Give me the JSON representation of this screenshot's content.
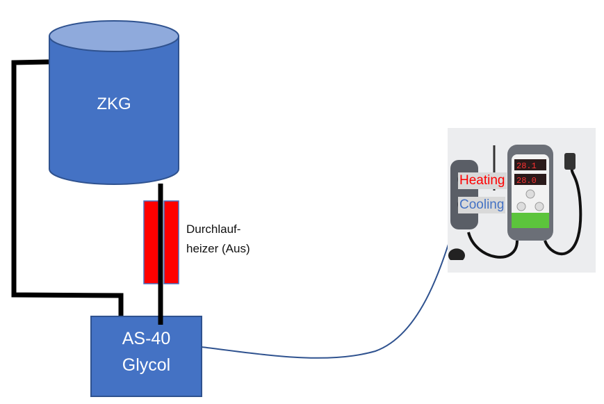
{
  "diagram": {
    "tank": {
      "label": "ZKG",
      "fill": "#4472c4",
      "top_fill": "#8faadc",
      "stroke": "#2f528f"
    },
    "heater": {
      "label_line1": "Durchlauf-",
      "label_line2": "heizer (Aus)",
      "fill": "#ff0000",
      "stroke": "#4472c4"
    },
    "chiller": {
      "label_line1": "AS-40",
      "label_line2": "Glycol",
      "fill": "#4472c4",
      "stroke": "#2f528f"
    },
    "controller": {
      "heating_label": "Heating",
      "cooling_label": "Cooling",
      "heating_color": "#ff0000",
      "cooling_color": "#4472c4"
    },
    "pipe_color": "#000000",
    "cable_color": "#2f528f"
  }
}
